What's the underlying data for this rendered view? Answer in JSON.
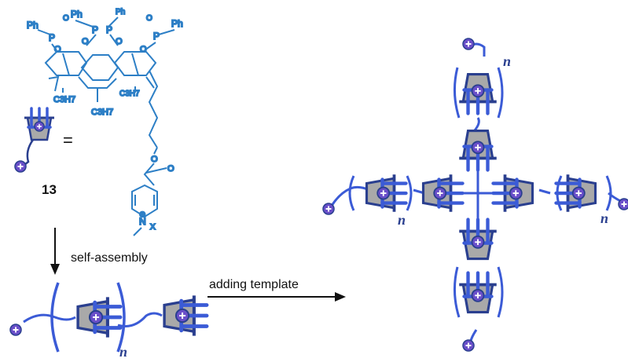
{
  "labels": {
    "compound_number": "13",
    "equals": "=",
    "self_assembly": "self-assembly",
    "adding_template": "adding template",
    "repeat_n": "n"
  },
  "chem_text": {
    "ph": "Ph",
    "p": "P",
    "o": "O",
    "propyl": "C3H7",
    "n_plus": "N",
    "counter_ion": "X"
  },
  "colors": {
    "structure_blue": "#2d7fc6",
    "cartoon_blue": "#3b5bd6",
    "cartoon_dark": "#2a3f8f",
    "cup_gray": "#a9a9a9",
    "guest_purple": "#6a4fc9"
  },
  "icons": [
    "cavitand-guest-icon",
    "arrow-down-icon",
    "arrow-right-icon"
  ]
}
